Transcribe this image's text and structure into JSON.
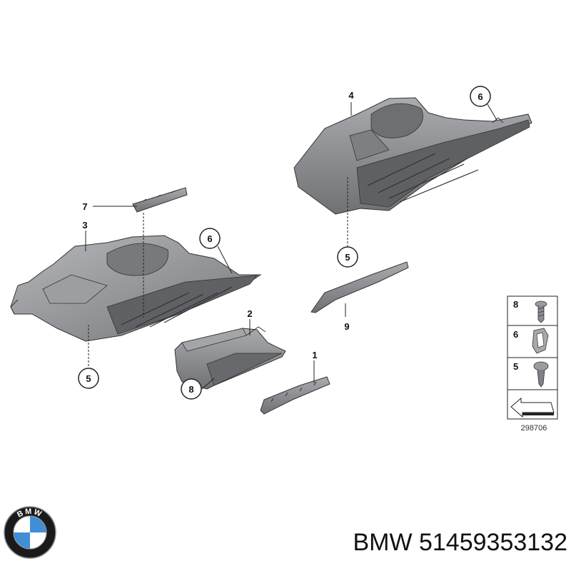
{
  "callouts": {
    "c1": "1",
    "c2": "2",
    "c3": "3",
    "c4": "4",
    "c5a": "5",
    "c5b": "5",
    "c6a": "6",
    "c6b": "6",
    "c7": "7",
    "c8": "8",
    "c9": "9"
  },
  "legend": {
    "items": [
      "8",
      "6",
      "5"
    ],
    "reference_code": "298706"
  },
  "logo": {
    "letters": "BMW",
    "colors": {
      "ring": "#1a1a1a",
      "blue": "#3f8ed6",
      "white": "#ffffff"
    }
  },
  "footer": {
    "brand": "BMW",
    "part_number": "51459353132"
  },
  "colors": {
    "part_fill": "#8d8f93",
    "part_dark": "#5a5c60",
    "part_light": "#b7b9bc",
    "line": "#222222"
  }
}
